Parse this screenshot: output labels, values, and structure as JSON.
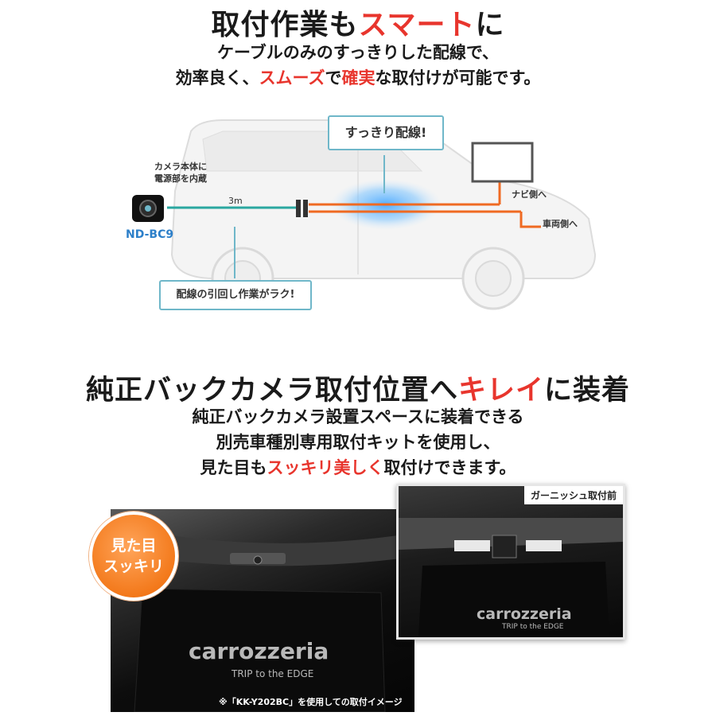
{
  "section1": {
    "title_pre": "取付作業も",
    "title_hl": "スマート",
    "title_post": "に",
    "sub_line1": "ケーブルのみのすっきりした配線で、",
    "sub_line2_a": "効率良く、",
    "sub_line2_hl1": "スムーズ",
    "sub_line2_b": "で",
    "sub_line2_hl2": "確実",
    "sub_line2_c": "な取付けが可能です。"
  },
  "diagram": {
    "callout_top": "すっきり配線!",
    "camera_note_1": "カメラ本体に",
    "camera_note_2": "電源部を内蔵",
    "model": "ND-BC9",
    "cable_length": "3m",
    "navi_side": "ナビ側へ",
    "vehicle_side": "車両側へ",
    "callout_bottom": "配線の引回し作業がラク!"
  },
  "section2": {
    "title_pre": "純正バックカメラ取付位置へ",
    "title_hl": "キレイ",
    "title_post": "に装着",
    "sub_line1": "純正バックカメラ設置スペースに装着できる",
    "sub_line2": "別売車種別専用取付キットを使用し、",
    "sub_line3_a": "見た目も",
    "sub_line3_hl": "スッキリ美しく",
    "sub_line3_b": "取付けできます。"
  },
  "photos": {
    "badge_line1": "見た目",
    "badge_line2": "スッキリ",
    "inset_tag": "ガーニッシュ取付前",
    "brand": "carrozzeria",
    "brand_tagline": "TRIP to the EDGE",
    "note": "※「KK-Y202BC」を使用しての取付イメージ"
  },
  "colors": {
    "accent_red": "#e8352d",
    "cable_orange": "#ef6a22",
    "cable_teal": "#2aa7a0",
    "badge_orange": "#f3791b",
    "callout_border": "#6fb7c9"
  }
}
